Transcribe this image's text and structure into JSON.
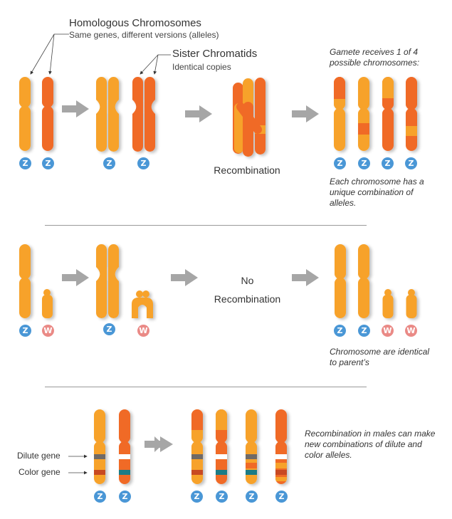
{
  "colors": {
    "yellow": "#f7a22c",
    "orange": "#f06a28",
    "arrow": "#a6a6a6",
    "z_badge": "#4a97d6",
    "w_badge": "#ea8a86",
    "dilute_band": "#6f6a66",
    "color_band": "#c84a24",
    "teal_band": "#1f7b86",
    "white_band": "#ffffff"
  },
  "section1": {
    "homologous_title": "Homologous Chromosomes",
    "homologous_sub": "Same genes, different versions (alleles)",
    "sister_title": "Sister Chromatids",
    "sister_sub": "Identical copies",
    "recombination_label": "Recombination",
    "gamete_note": "Gamete receives 1 of 4 possible chromosomes:",
    "unique_note": "Each chromosome has a unique combination of alleles.",
    "badges": [
      "Z",
      "Z",
      "Z",
      "Z",
      "Z",
      "Z",
      "Z",
      "Z"
    ]
  },
  "section2": {
    "no_recombination_line1": "No",
    "no_recombination_line2": "Recombination",
    "identical_note": "Chromosome are identical to parent’s",
    "badges": [
      "Z",
      "W",
      "Z",
      "W",
      "Z",
      "Z",
      "W",
      "W"
    ]
  },
  "section3": {
    "dilute_label": "Dilute gene",
    "color_label": "Color gene",
    "males_note": "Recombination in males can make new combinations of dilute and color alleles.",
    "badges": [
      "Z",
      "Z",
      "Z",
      "Z",
      "Z",
      "Z"
    ]
  }
}
